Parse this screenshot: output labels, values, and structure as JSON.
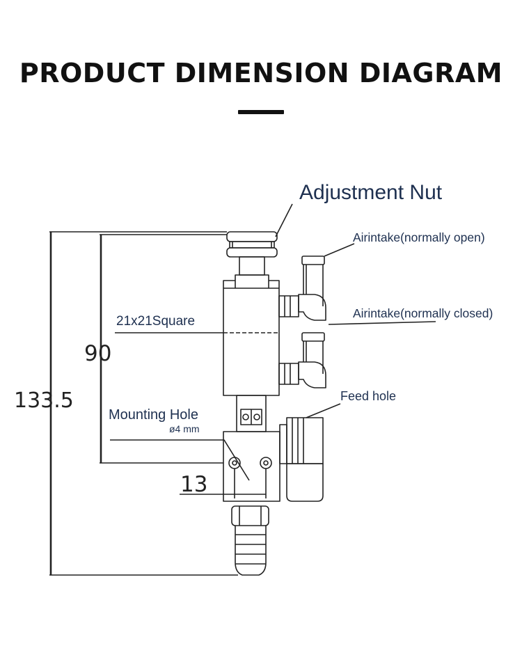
{
  "title": "PRODUCT DIMENSION DIAGRAM",
  "colors": {
    "label": "#1e3050",
    "line": "#222222",
    "title": "#111111"
  },
  "labels": {
    "adjustment_nut": "Adjustment Nut",
    "air_open": "Airintake(normally open)",
    "air_closed": "Airintake(normally closed)",
    "square": "21x21Square",
    "feed_hole": "Feed hole",
    "mounting_hole": "Mounting Hole",
    "hole_diameter": "ø4 mm"
  },
  "dimensions": {
    "total_height": "133.5",
    "body_height": "90",
    "hole_spacing": "13"
  }
}
